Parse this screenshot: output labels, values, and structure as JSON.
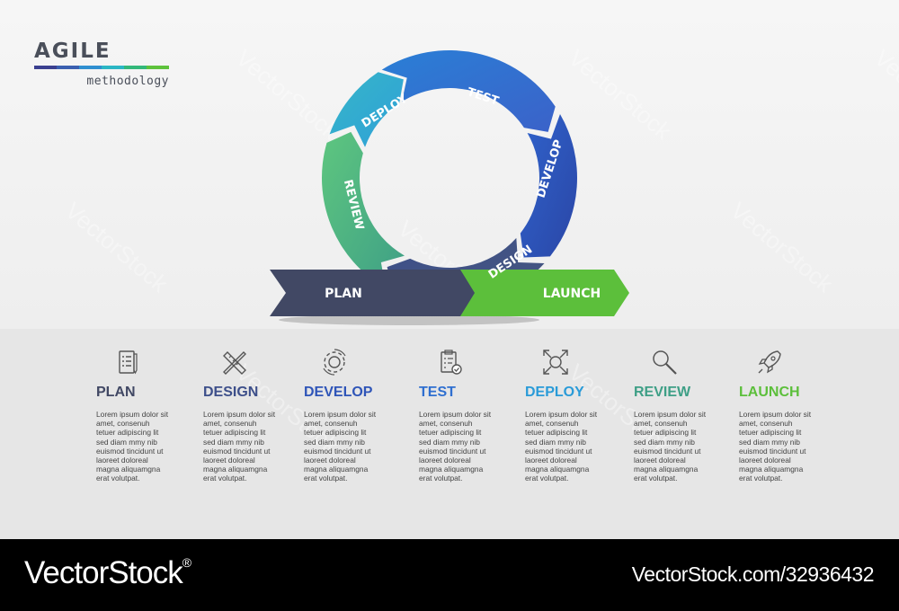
{
  "logo": {
    "title": "AGILE",
    "subtitle": "methodology",
    "bar_colors": [
      "#3a3f8f",
      "#3a5fb0",
      "#2f8fd0",
      "#2bb6c4",
      "#33b87a",
      "#5ec23c"
    ]
  },
  "cycle": {
    "segments": [
      {
        "label": "TEST",
        "color_start": "#2a7fd6",
        "color_end": "#3b62c9"
      },
      {
        "label": "DEVELOP",
        "color_start": "#2f63cc",
        "color_end": "#2b46a6"
      },
      {
        "label": "DESIGN",
        "color_start": "#3d4f8a",
        "color_end": "#46577e"
      },
      {
        "label": "REVIEW",
        "color_start": "#5ec67f",
        "color_end": "#3e9f86"
      },
      {
        "label": "DEPLOY",
        "color_start": "#36b6c8",
        "color_end": "#2fa0d8"
      }
    ],
    "plan_label": "PLAN",
    "launch_label": "LAUNCH",
    "plan_color": "#414864",
    "launch_color": "#5cbf3b"
  },
  "steps": [
    {
      "title": "PLAN",
      "icon": "document-list-icon",
      "color": "#414864",
      "text": "Lorem ipsum dolor sit amet, consenuh tetuer adipiscing lit sed diam mmy nib euismod tincidunt ut laoreet doloreal magna aliquamgna erat volutpat."
    },
    {
      "title": "DESIGN",
      "icon": "pencil-ruler-icon",
      "color": "#3d4f8a",
      "text": "Lorem ipsum dolor sit amet, consenuh tetuer adipiscing lit sed diam mmy nib euismod tincidunt ut laoreet doloreal magna aliquamgna erat volutpat."
    },
    {
      "title": "DEVELOP",
      "icon": "gear-icon",
      "color": "#2f55b8",
      "text": "Lorem ipsum dolor sit amet, consenuh tetuer adipiscing lit sed diam mmy nib euismod tincidunt ut laoreet doloreal magna aliquamgna erat volutpat."
    },
    {
      "title": "TEST",
      "icon": "clipboard-check-icon",
      "color": "#2f6fd0",
      "text": "Lorem ipsum dolor sit amet, consenuh tetuer adipiscing lit sed diam mmy nib euismod tincidunt ut laoreet doloreal magna aliquamgna erat volutpat."
    },
    {
      "title": "DEPLOY",
      "icon": "expand-arrows-icon",
      "color": "#2a9bd8",
      "text": "Lorem ipsum dolor sit amet, consenuh tetuer adipiscing lit sed diam mmy nib euismod tincidunt ut laoreet doloreal magna aliquamgna erat volutpat."
    },
    {
      "title": "REVIEW",
      "icon": "magnifier-icon",
      "color": "#3e9f86",
      "text": "Lorem ipsum dolor sit amet, consenuh tetuer adipiscing lit sed diam mmy nib euismod tincidunt ut laoreet doloreal magna aliquamgna erat volutpat."
    },
    {
      "title": "LAUNCH",
      "icon": "rocket-icon",
      "color": "#5cbf3b",
      "text": "Lorem ipsum dolor sit amet, consenuh tetuer adipiscing lit sed diam mmy nib euismod tincidunt ut laoreet doloreal magna aliquamgna erat volutpat."
    }
  ],
  "watermark": "VectorStock",
  "footer": {
    "brand": "VectorStock",
    "brand_mark": "®",
    "image_id": "VectorStock.com/32936432"
  }
}
